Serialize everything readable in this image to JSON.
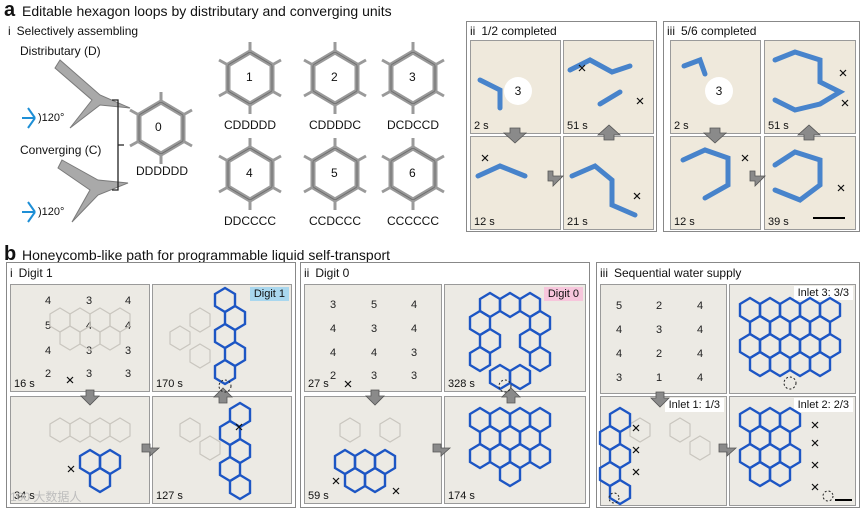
{
  "panel_a": {
    "letter": "a",
    "title": "Editable hexagon loops by distributary and converging units",
    "sub_i": {
      "roman": "i",
      "label": "Selectively assembling"
    },
    "distributary_label": "Distributary (D)",
    "converging_label": "Converging (C)",
    "angle_label_1": ")120°",
    "angle_label_2": ")120°",
    "loops": [
      {
        "num": "0",
        "code": "DDDDDD"
      },
      {
        "num": "1",
        "code": "CDDDDD"
      },
      {
        "num": "2",
        "code": "CDDDDC"
      },
      {
        "num": "3",
        "code": "DCDCCD"
      },
      {
        "num": "4",
        "code": "DDCCCC"
      },
      {
        "num": "5",
        "code": "CCDCCC"
      },
      {
        "num": "6",
        "code": "CCCCCC"
      }
    ],
    "sub_ii": {
      "roman": "ii",
      "label": "1/2 completed",
      "circle": "3",
      "times": [
        "2 s",
        "51 s",
        "12 s",
        "21 s"
      ]
    },
    "sub_iii": {
      "roman": "iii",
      "label": "5/6 completed",
      "circle": "3",
      "times": [
        "2 s",
        "51 s",
        "12 s",
        "39 s"
      ]
    }
  },
  "panel_b": {
    "letter": "b",
    "title": "Honeycomb-like path for programmable liquid self-transport",
    "sub_i": {
      "roman": "i",
      "label": "Digit 1",
      "tag": "Digit 1",
      "times": [
        "16 s",
        "170 s",
        "34 s",
        "127 s"
      ],
      "numbers": [
        "4",
        "3",
        "4",
        "5",
        "4",
        "4",
        "4",
        "3",
        "3",
        "2",
        "3",
        "3"
      ]
    },
    "sub_ii": {
      "roman": "ii",
      "label": "Digit 0",
      "tag": "Digit 0",
      "times": [
        "27 s",
        "328 s",
        "59 s",
        "174 s"
      ],
      "numbers": [
        "3",
        "5",
        "4",
        "4",
        "3",
        "4",
        "4",
        "4",
        "3",
        "2",
        "3",
        "3"
      ]
    },
    "sub_iii": {
      "roman": "iii",
      "label": "Sequential water supply",
      "inlets": [
        "Inlet 3: 3/3",
        "Inlet 1: 1/3",
        "Inlet 2: 2/3"
      ],
      "numbers": [
        "5",
        "2",
        "4",
        "4",
        "3",
        "4",
        "4",
        "2",
        "4",
        "3",
        "1",
        "4"
      ]
    }
  },
  "watermark": "100 大数据人"
}
